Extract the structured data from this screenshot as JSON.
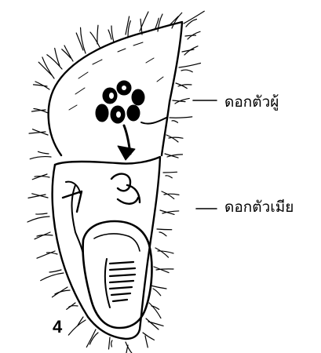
{
  "labels": {
    "male_flower": "ดอกตัวผู้",
    "female_flower": "ดอกตัวเมีย"
  },
  "figure_number": "4",
  "colors": {
    "ink": "#000000",
    "background": "#ffffff"
  }
}
